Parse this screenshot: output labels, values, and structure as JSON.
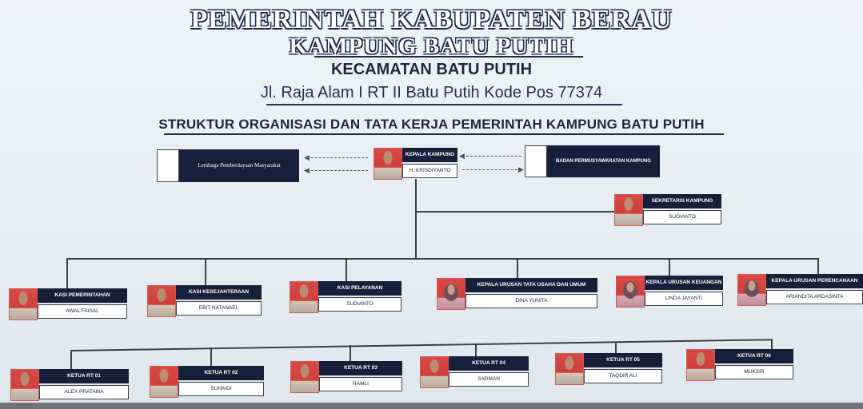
{
  "header": {
    "line1": "PEMERINTAH KABUPATEN BERAU",
    "line2": "KAMPUNG BATU PUTIH",
    "line3": "KECAMATAN BATU PUTIH",
    "address": "Jl. Raja Alam I RT II Batu Putih Kode Pos 77374",
    "structure_title": "STRUKTUR ORGANISASI DAN TATA KERJA PEMERINTAH KAMPUNG BATU PUTIH"
  },
  "partners": {
    "lpm": "Lembaga Pemberdayaan Masyarakat",
    "bpk": "BADAN PERMUSYAWARATAN KAMPUNG"
  },
  "head": {
    "position": "KEPALA KAMPUNG",
    "name": "H. KRISDIYANTO"
  },
  "secretary": {
    "position": "SEKRETARIS KAMPUNG",
    "name": "SUGIANTO"
  },
  "staff": [
    {
      "position": "KASI PEMERINTAHAN",
      "name": "AWAL FAISAL"
    },
    {
      "position": "KASI KESEJAHTERAAN",
      "name": "EBIT NATANAEL"
    },
    {
      "position": "KASI PELAYANAN",
      "name": "SUDIANTO"
    },
    {
      "position": "KEPALA URUSAN TATA USAHA DAN UMUM",
      "name": "DINA YUNITA"
    },
    {
      "position": "KEPALA URUSAN KEUANGAN",
      "name": "LINDA JAYANTI"
    },
    {
      "position": "KEPALA URUSAN PERENCANAAN",
      "name": "ARIANDITA ARDASINTA"
    }
  ],
  "rt": [
    {
      "position": "KETUA RT 01",
      "name": "ALEX PRATAMA"
    },
    {
      "position": "KETUA RT 02",
      "name": "SUHAIDI"
    },
    {
      "position": "KETUA RT 03",
      "name": "RAMLI"
    },
    {
      "position": "KETUA RT 04",
      "name": "SARMAN"
    },
    {
      "position": "KETUA RT 05",
      "name": "TAQDIR ALI"
    },
    {
      "position": "KETUA RT 06",
      "name": "MUKSIR"
    }
  ]
}
